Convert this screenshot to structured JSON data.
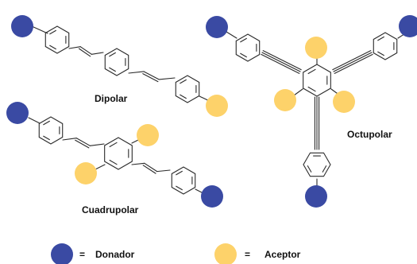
{
  "labels": {
    "dipolar": "Dipolar",
    "quadrupolar": "Cuadrupolar",
    "octupolar": "Octupolar"
  },
  "legend": {
    "donor_eq": "=",
    "donor_label": "Donador",
    "acceptor_eq": "=",
    "acceptor_label": "Aceptor"
  },
  "colors": {
    "donor": "#3a4aa3",
    "acceptor": "#fdd26a",
    "bond": "#2a2a2a"
  }
}
